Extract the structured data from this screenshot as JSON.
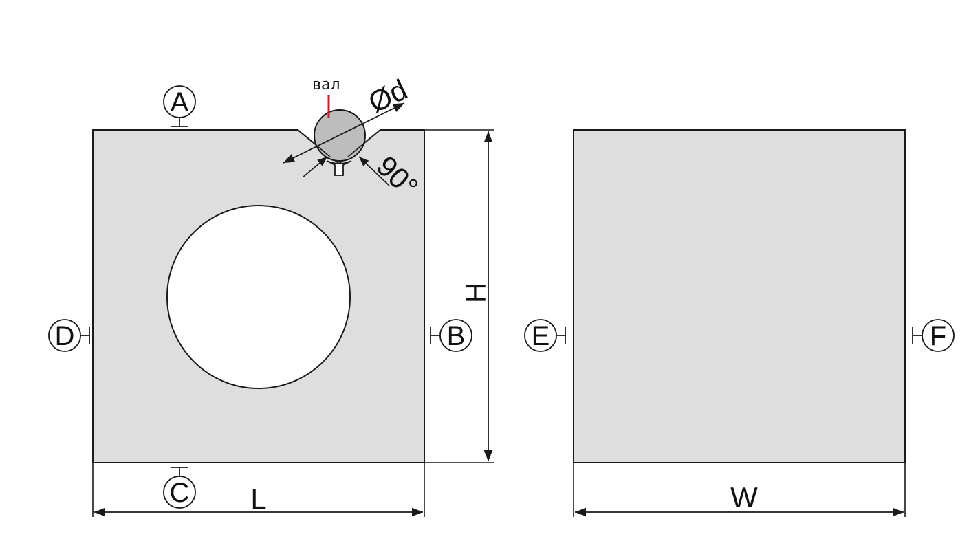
{
  "colors": {
    "block_fill": "#dedede",
    "line": "#1a1a1a",
    "shaft_fill": "#bdbdbd",
    "pointer_red": "#d61a2e",
    "background": "#ffffff"
  },
  "shaft_label": "вал",
  "diameter_label": "Ød",
  "angle_label": "90°",
  "dimensions": {
    "height": "H",
    "length": "L",
    "width": "W"
  },
  "reference_faces": {
    "top": "A",
    "right": "B",
    "bottom": "C",
    "left": "D",
    "side_left": "E",
    "side_right": "F"
  }
}
